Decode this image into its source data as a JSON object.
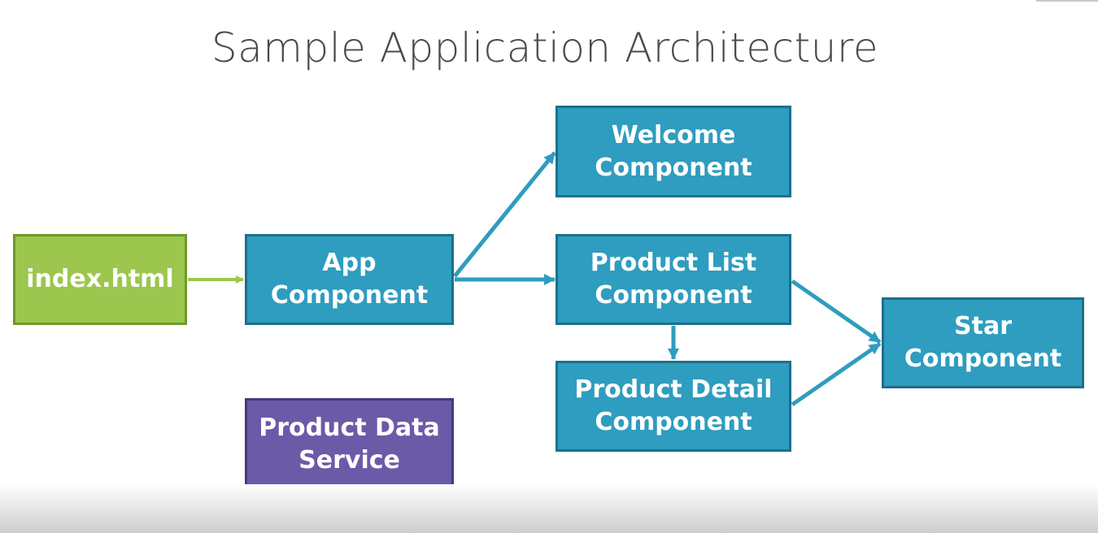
{
  "title": "Sample Application Architecture",
  "colors": {
    "component": "#2e9dbf",
    "entry": "#9cc64d",
    "service": "#6b5aa8",
    "arrow_entry": "#9cc64d",
    "arrow_component": "#2e9dbf"
  },
  "nodes": {
    "index": {
      "lines": [
        "index.html"
      ]
    },
    "app": {
      "lines": [
        "App",
        "Component"
      ]
    },
    "welcome": {
      "lines": [
        "Welcome",
        "Component"
      ]
    },
    "product_list": {
      "lines": [
        "Product List",
        "Component"
      ]
    },
    "product_detail": {
      "lines": [
        "Product Detail",
        "Component"
      ]
    },
    "star": {
      "lines": [
        "Star",
        "Component"
      ]
    },
    "product_service": {
      "lines": [
        "Product Data",
        "Service"
      ]
    }
  },
  "edges": [
    {
      "from": "index",
      "to": "app"
    },
    {
      "from": "app",
      "to": "welcome"
    },
    {
      "from": "app",
      "to": "product_list"
    },
    {
      "from": "product_list",
      "to": "product_detail"
    },
    {
      "from": "product_list",
      "to": "star"
    },
    {
      "from": "product_detail",
      "to": "star"
    }
  ]
}
